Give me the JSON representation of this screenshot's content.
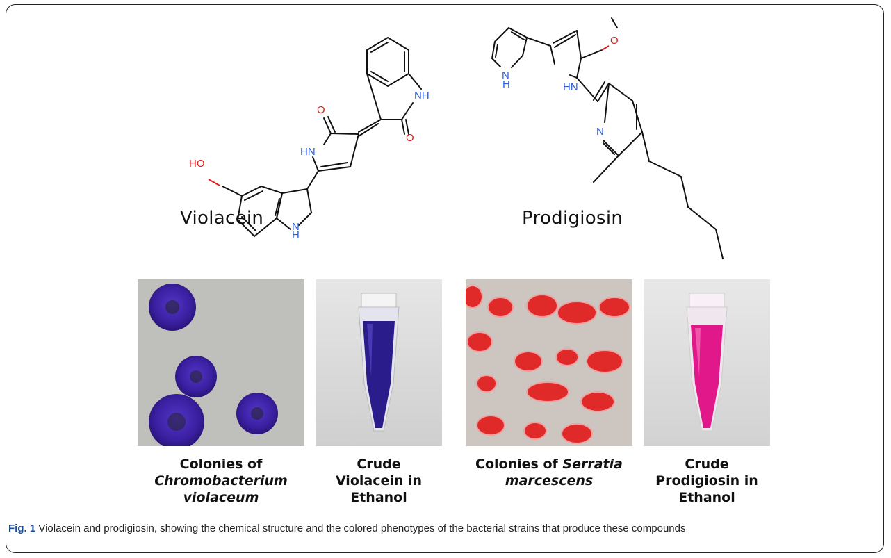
{
  "structures": {
    "violacein": {
      "name": "Violacein",
      "atoms": {
        "o_top": "O",
        "nh_right": "NH",
        "o_right": "O",
        "hn_left": "HN",
        "ho": "HO",
        "n_bottom": "N",
        "h_bottom": "H"
      }
    },
    "prodigiosin": {
      "name": "Prodigiosin",
      "atoms": {
        "o_methoxy": "O",
        "n_pyrrole_a": "N",
        "h_pyrrole_a": "H",
        "hn_pyrrole_b": "HN",
        "n_pyrrole_c": "N"
      }
    }
  },
  "photos": [
    {
      "caption_lines": [
        "Colonies of",
        "Chromobacterium",
        "violaceum"
      ],
      "italic_lines": [
        1,
        2
      ],
      "subject": "purple bacterial colonies on agar"
    },
    {
      "caption_lines": [
        "Crude",
        "Violacein in",
        "Ethanol"
      ],
      "italic_lines": [],
      "subject": "tube with dark blue-violet liquid"
    },
    {
      "caption_prefix": "Colonies of ",
      "caption_italic_a": "Serratia",
      "caption_italic_b": "marcescens",
      "subject": "red bacterial colonies on agar"
    },
    {
      "caption_lines": [
        "Crude",
        "Prodigiosin in",
        "Ethanol"
      ],
      "italic_lines": [],
      "subject": "tube with magenta liquid"
    }
  ],
  "figure_caption": {
    "label": "Fig. 1",
    "text": " Violacein and prodigiosin, showing the chemical structure and the colored phenotypes of the bacterial strains that produce these compounds"
  },
  "colors": {
    "oxygen": "#e01b1b",
    "nitrogen": "#2a5ce0",
    "violacein": "#3a1fa0",
    "prodigiosin": "#e0188a",
    "colony_red": "#e02a2a"
  }
}
